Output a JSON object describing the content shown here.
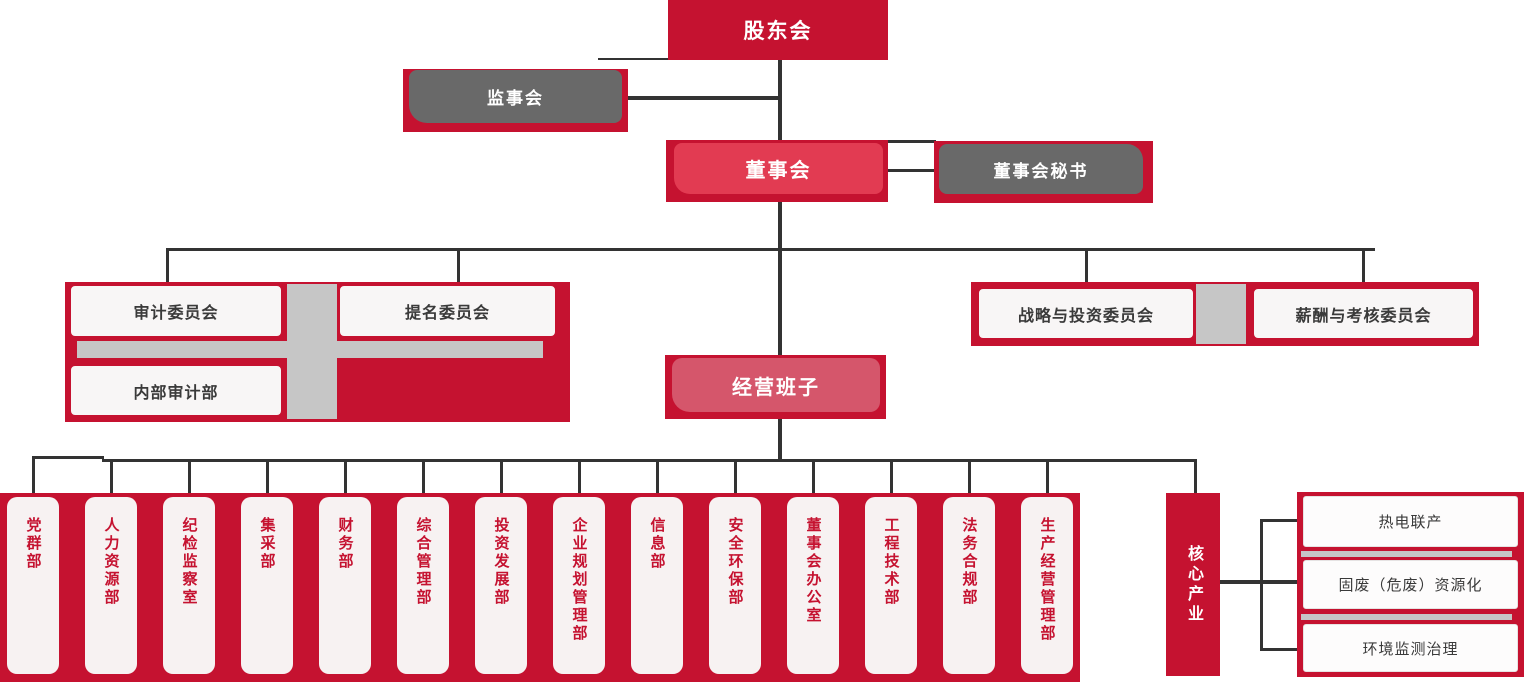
{
  "colors": {
    "primary": "#C51230",
    "board_fill": "#E23B52",
    "management_fill": "#D5566B",
    "gray_box": "#696969",
    "light_gray": "#C6C6C6",
    "line": "#333333",
    "box_bg": "#F8F6F6",
    "dept_box_bg": "#F7F2F2",
    "text_dark": "#3A3A3A"
  },
  "nodes": {
    "shareholders": "股东会",
    "supervisory_board": "监事会",
    "board": "董事会",
    "board_secretary": "董事会秘书",
    "management_team": "经营班子",
    "core_industry": "核心产业"
  },
  "left_committees": {
    "audit": "审计委员会",
    "nomination": "提名委员会",
    "internal_audit": "内部审计部"
  },
  "right_committees": {
    "strategy_investment": "战略与投资委员会",
    "remuneration_appraisal": "薪酬与考核委员会"
  },
  "departments": [
    "党群部",
    "人力资源部",
    "纪检监察室",
    "集采部",
    "财务部",
    "综合管理部",
    "投资发展部",
    "企业规划管理部",
    "信息部",
    "安全环保部",
    "董事会办公室",
    "工程技术部",
    "法务合规部",
    "生产经营管理部"
  ],
  "core_businesses": [
    "热电联产",
    "固废（危废）资源化",
    "环境监测治理"
  ]
}
